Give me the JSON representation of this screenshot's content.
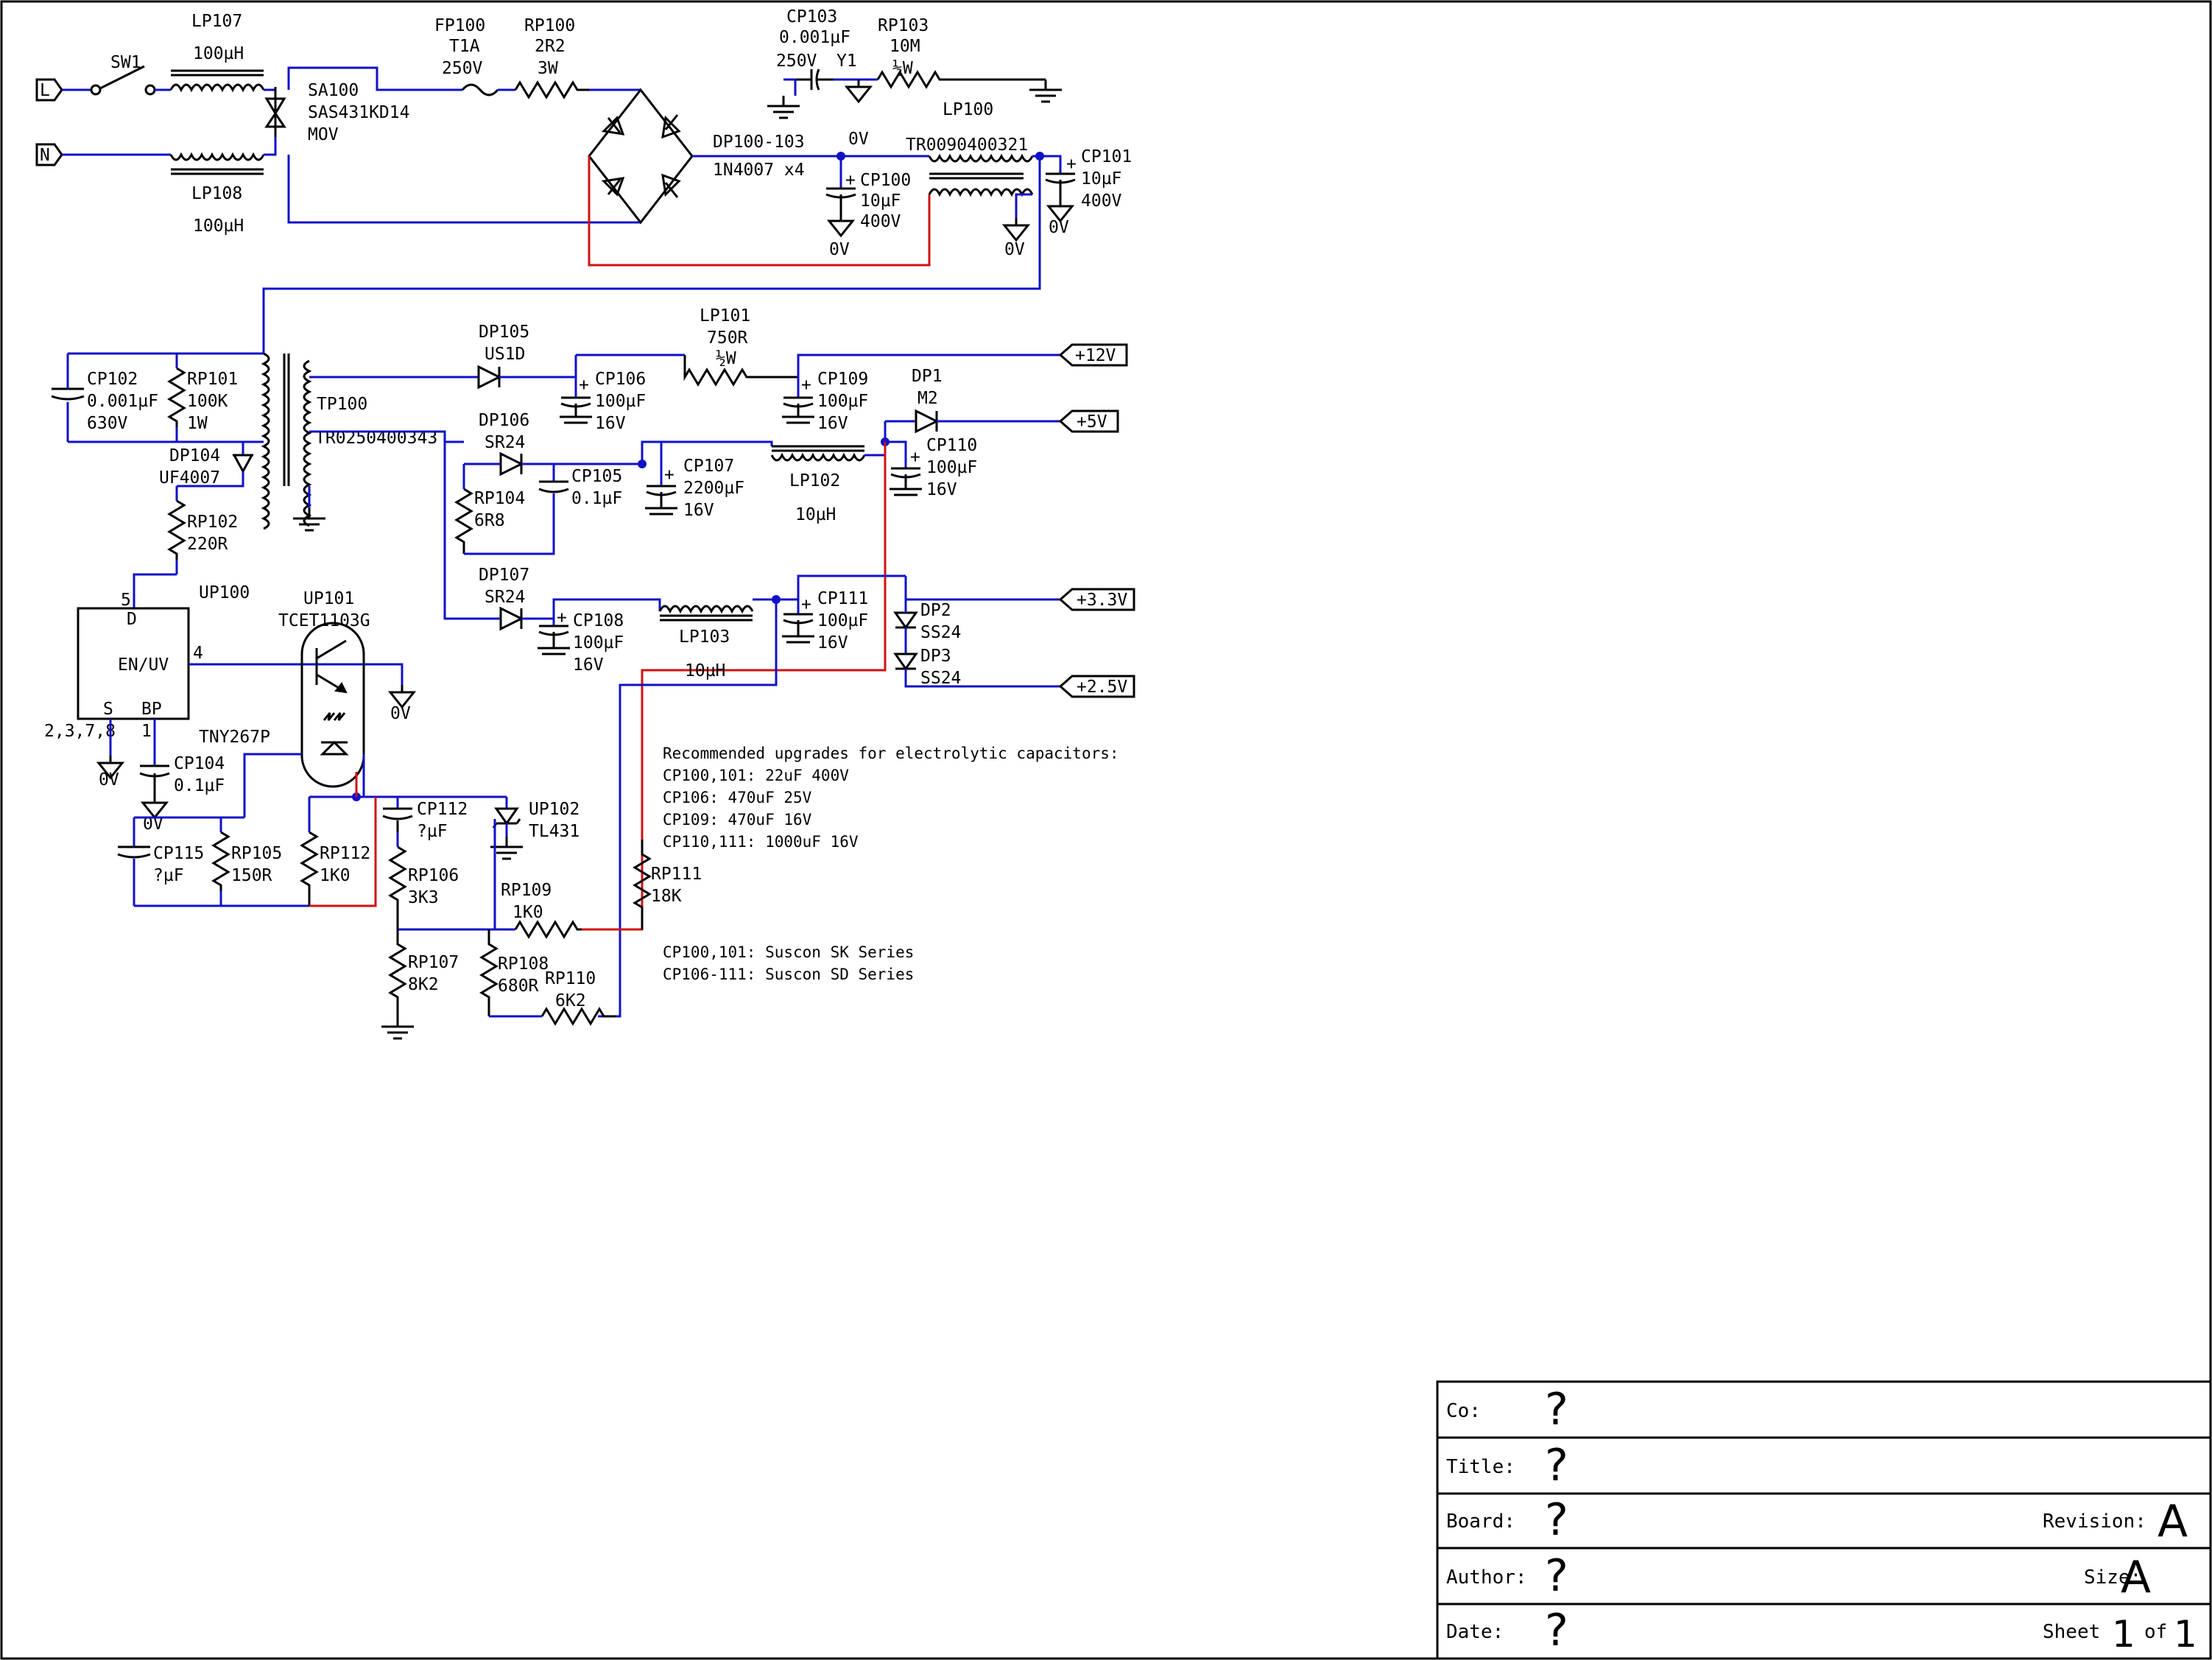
{
  "input": {
    "line": "L",
    "neutral": "N"
  },
  "components": {
    "sw1": "SW1",
    "lp107": {
      "ref": "LP107",
      "val": "100µH"
    },
    "lp108": {
      "ref": "LP108",
      "val": "100µH"
    },
    "sa100": {
      "ref": "SA100",
      "part": "SAS431KD14",
      "type": "MOV"
    },
    "fp100": {
      "ref": "FP100",
      "rating": "T1A",
      "voltage": "250V"
    },
    "rp100": {
      "ref": "RP100",
      "val": "2R2",
      "power": "3W"
    },
    "cp103": {
      "ref": "CP103",
      "val": "0.001µF",
      "voltage": "250V",
      "class": "Y1"
    },
    "rp103": {
      "ref": "RP103",
      "val": "10M",
      "power": "½W"
    },
    "lp100": {
      "ref": "LP100"
    },
    "dp100": {
      "ref": "DP100-103",
      "part": "1N4007 x4"
    },
    "cp100": {
      "ref": "CP100",
      "val": "10µF",
      "voltage": "400V"
    },
    "tr009": {
      "ref": "TR0090400321"
    },
    "cp101": {
      "ref": "CP101",
      "val": "10µF",
      "voltage": "400V"
    },
    "cp102": {
      "ref": "CP102",
      "val": "0.001µF",
      "voltage": "630V"
    },
    "rp101": {
      "ref": "RP101",
      "val": "100K",
      "power": "1W"
    },
    "dp104": {
      "ref": "DP104",
      "part": "UF4007"
    },
    "rp102": {
      "ref": "RP102",
      "val": "220R"
    },
    "tp100": {
      "ref": "TP100",
      "part": "TR0250400343"
    },
    "dp105": {
      "ref": "DP105",
      "part": "US1D"
    },
    "cp106": {
      "ref": "CP106",
      "val": "100µF",
      "voltage": "16V"
    },
    "lp101": {
      "ref": "LP101",
      "val": "750R",
      "power": "½W"
    },
    "cp109": {
      "ref": "CP109",
      "val": "100µF",
      "voltage": "16V"
    },
    "dp1": {
      "ref": "DP1",
      "part": "M2"
    },
    "cp110": {
      "ref": "CP110",
      "val": "100µF",
      "voltage": "16V"
    },
    "dp106": {
      "ref": "DP106",
      "part": "SR24"
    },
    "cp105": {
      "ref": "CP105",
      "val": "0.1µF"
    },
    "rp104": {
      "ref": "RP104",
      "val": "6R8"
    },
    "cp107": {
      "ref": "CP107",
      "val": "2200µF",
      "voltage": "16V"
    },
    "lp102": {
      "ref": "LP102",
      "val": "10µH"
    },
    "dp107": {
      "ref": "DP107",
      "part": "SR24"
    },
    "cp108": {
      "ref": "CP108",
      "val": "100µF",
      "voltage": "16V"
    },
    "lp103": {
      "ref": "LP103",
      "val": "10µH"
    },
    "cp111": {
      "ref": "CP111",
      "val": "100µF",
      "voltage": "16V"
    },
    "dp2": {
      "ref": "DP2",
      "part": "SS24"
    },
    "dp3": {
      "ref": "DP3",
      "part": "SS24"
    },
    "up100": {
      "ref": "UP100",
      "part": "TNY267P",
      "pin_d": "D",
      "pin_en": "EN/UV",
      "pin_s": "S",
      "pin_bp": "BP",
      "n5": "5",
      "n4": "4",
      "n1": "1",
      "n2378": "2,3,7,8"
    },
    "up101": {
      "ref": "UP101",
      "part": "TCET1103G"
    },
    "cp104": {
      "ref": "CP104",
      "val": "0.1µF"
    },
    "cp115": {
      "ref": "CP115",
      "val": "?µF"
    },
    "rp105": {
      "ref": "RP105",
      "val": "150R"
    },
    "rp112": {
      "ref": "RP112",
      "val": "1K0"
    },
    "cp112": {
      "ref": "CP112",
      "val": "?µF"
    },
    "up102": {
      "ref": "UP102",
      "part": "TL431"
    },
    "rp106": {
      "ref": "RP106",
      "val": "3K3"
    },
    "rp107": {
      "ref": "RP107",
      "val": "8K2"
    },
    "rp108": {
      "ref": "RP108",
      "val": "680R"
    },
    "rp109": {
      "ref": "RP109",
      "val": "1K0"
    },
    "rp110": {
      "ref": "RP110",
      "val": "6K2"
    },
    "rp111": {
      "ref": "RP111",
      "val": "18K"
    }
  },
  "ground_label": "0V",
  "outputs": {
    "v12": "+12V",
    "v5": "+5V",
    "v33": "+3.3V",
    "v25": "+2.5V"
  },
  "notes": {
    "heading": "Recommended upgrades for electrolytic capacitors:",
    "lines": [
      "CP100,101: 22uF 400V",
      "CP106: 470uF 25V",
      "CP109: 470uF 16V",
      "CP110,111: 1000uF 16V"
    ],
    "series": [
      "CP100,101: Suscon SK Series",
      "CP106-111: Suscon SD Series"
    ]
  },
  "title_block": {
    "co_label": "Co:",
    "co_value": "?",
    "title_label": "Title:",
    "title_value": "?",
    "board_label": "Board:",
    "board_value": "?",
    "author_label": "Author:",
    "author_value": "?",
    "date_label": "Date:",
    "date_value": "?",
    "revision_label": "Revision:",
    "revision_value": "A",
    "size_label": "Size:",
    "size_value": "A",
    "sheet_label": "Sheet",
    "sheet_num": "1",
    "of_label": "of",
    "sheet_total": "1"
  },
  "colors": {
    "net": "#1010c8",
    "highlight_net": "#d01010",
    "component": "#000000"
  }
}
